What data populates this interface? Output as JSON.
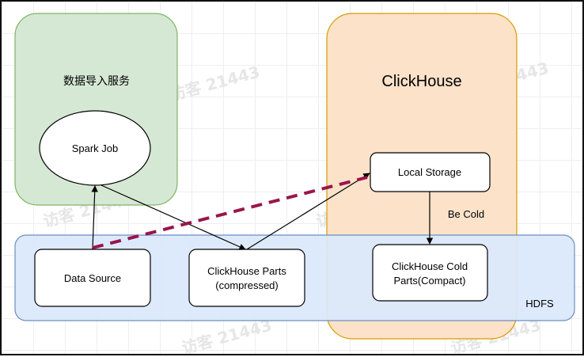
{
  "import_service": {
    "title": "数据导入服务",
    "fill": "#d5e8d4",
    "stroke": "#82b366"
  },
  "clickhouse": {
    "title": "ClickHouse",
    "fill": "#fbe2c9",
    "stroke": "#d79b00"
  },
  "hdfs": {
    "title": "HDFS",
    "fill": "#dae8fc",
    "stroke": "#6c8ebf"
  },
  "nodes": {
    "spark_job": "Spark Job",
    "local_storage": "Local Storage",
    "data_source": "Data Source",
    "parts_line1": "ClickHouse Parts",
    "parts_line2": "(compressed)",
    "cold_line1": "ClickHouse Cold",
    "cold_line2": "Parts(Compact)"
  },
  "edges": {
    "be_cold": "Be Cold",
    "dashed_color": "#99154a"
  },
  "watermark": "访客 21443"
}
